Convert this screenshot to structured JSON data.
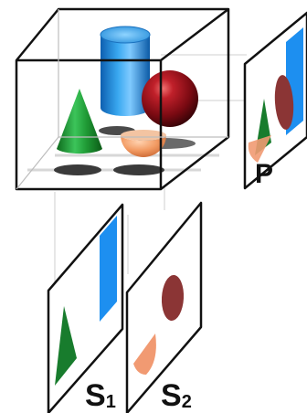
{
  "planes": {
    "p": {
      "label": "P"
    },
    "s1": {
      "label": "S",
      "subscript": "1"
    },
    "s2": {
      "label": "S",
      "subscript": "2"
    }
  },
  "objects": {
    "cylinder": {
      "color": "#1f8fe0"
    },
    "sphere": {
      "color": "#8a0f16"
    },
    "cone": {
      "color": "#159a2c"
    },
    "hemisphere": {
      "color": "#f08850"
    }
  },
  "projection_colors": {
    "rectangle": "#1d8ff0",
    "ellipse": "#8b3535",
    "triangle": "#187c2d",
    "half_disc": "#f19a72"
  }
}
